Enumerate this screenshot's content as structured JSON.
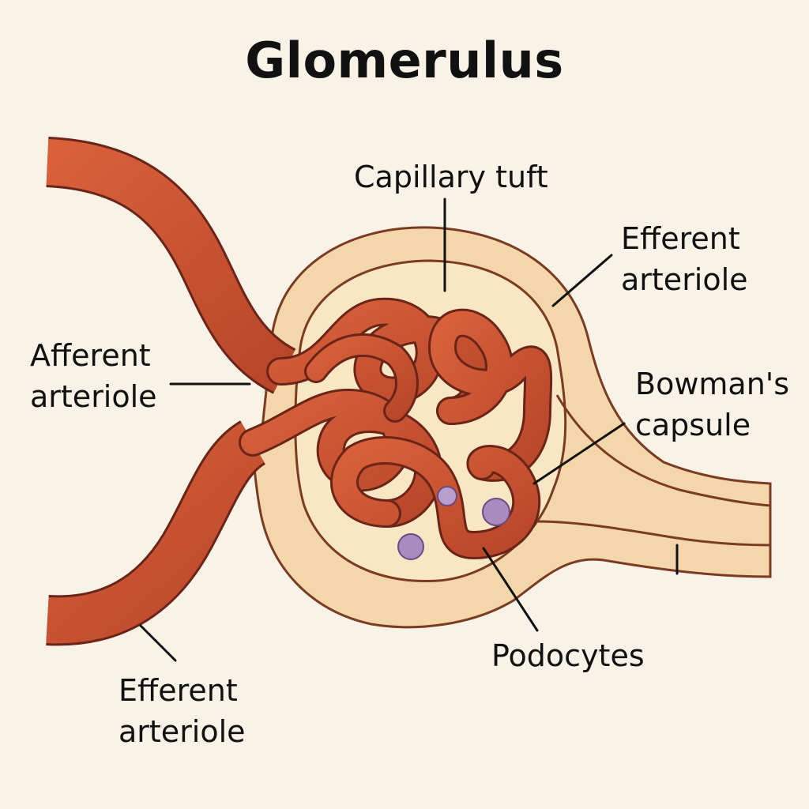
{
  "title": "Glomerulus",
  "labels": {
    "capillary_tuft": "Capillary tuft",
    "efferent_arteriole_right": [
      "Efferent",
      "arteriole"
    ],
    "afferent_arteriole": [
      "Afferent",
      "arteriole"
    ],
    "bowmans_capsule": [
      "Bowman's",
      "capsule"
    ],
    "podocytes": "Podocytes",
    "efferent_arteriole_left": [
      "Efferent",
      "arteriole"
    ]
  },
  "colors": {
    "background": "#f8f2e7",
    "vessel": "#c9502d",
    "vessel_outline": "#6b2418",
    "capsule_outer": "#f3d7aa",
    "capsule_inner": "#f9e6c4",
    "capsule_outline": "#7a3b22",
    "podocyte": "#a98bc0",
    "leader_line": "#111111"
  }
}
